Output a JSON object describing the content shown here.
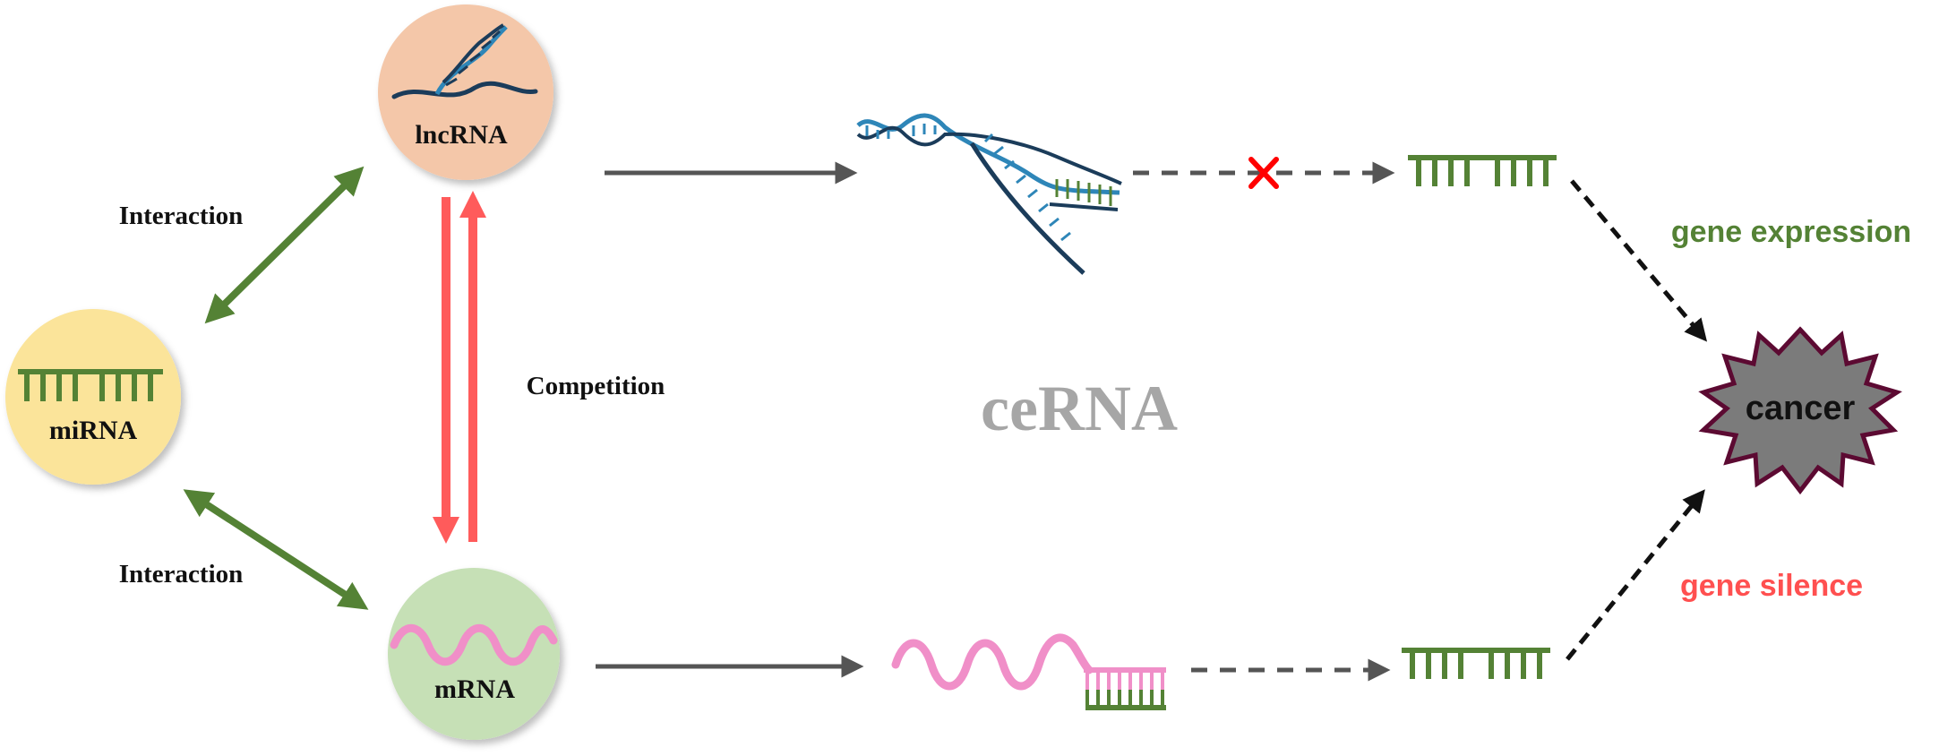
{
  "nodes": {
    "lncrna": {
      "label": "lncRNA",
      "color": "#f4c7a9"
    },
    "mirna": {
      "label": "miRNA",
      "color": "#fbe49a"
    },
    "mrna": {
      "label": "mRNA",
      "color": "#c6e0b6"
    },
    "cancer": {
      "label": "cancer",
      "fill": "#7b7b7b",
      "stroke": "#5c0a32"
    }
  },
  "labels": {
    "interaction_top": "Interaction",
    "interaction_bottom": "Interaction",
    "competition": "Competition",
    "cerna": "ceRNA",
    "gene_expression": "gene expression",
    "gene_silence": "gene silence"
  },
  "colors": {
    "interaction_arrow": "#548235",
    "competition_arrow": "#ff5b5b",
    "flow_arrow": "#555555",
    "mirna_strand": "#548235",
    "mrna_strand": "#f08fc8",
    "dna_helix": "#2e86b8",
    "dna_dark": "#1b3c5a",
    "blocked_mark": "#ff0000",
    "cerna_text": "#a6a6a6",
    "gene_expression_text": "#548235",
    "gene_silence_text": "#ff5050"
  },
  "icons": [
    "dna-helix-icon",
    "mrna-wave-icon",
    "mirna-comb-icon",
    "blocked-x-icon",
    "cancer-burst-icon"
  ]
}
